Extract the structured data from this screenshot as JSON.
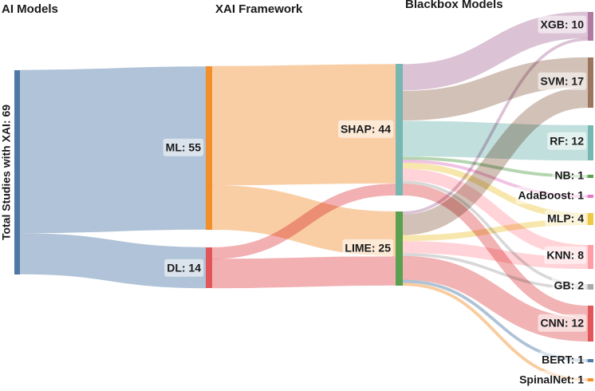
{
  "titles": {
    "col1": "AI Models",
    "col2": "XAI Framework",
    "col3": "Blackbox Models"
  },
  "nodes": {
    "total": {
      "label": "Total Studies with XAI: 69",
      "color": "#4e79a7"
    },
    "ml": {
      "label": "ML: 55",
      "color": "#f28e2b"
    },
    "dl": {
      "label": "DL: 14",
      "color": "#e15759"
    },
    "shap": {
      "label": "SHAP: 44",
      "color": "#76b7b2"
    },
    "lime": {
      "label": "LIME: 25",
      "color": "#59a14f"
    },
    "xgb": {
      "label": "XGB: 10",
      "color": "#b07aa1"
    },
    "svm": {
      "label": "SVM: 17",
      "color": "#9c755f"
    },
    "rf": {
      "label": "RF: 12",
      "color": "#76b7b2"
    },
    "nb": {
      "label": "NB: 1",
      "color": "#59a14f"
    },
    "ada": {
      "label": "AdaBoost: 1",
      "color": "#e377c2"
    },
    "mlp": {
      "label": "MLP: 4",
      "color": "#edc948"
    },
    "knn": {
      "label": "KNN: 8",
      "color": "#ff9da7"
    },
    "gb": {
      "label": "GB: 2",
      "color": "#a9a9a9"
    },
    "cnn": {
      "label": "CNN: 12",
      "color": "#e15759"
    },
    "bert": {
      "label": "BERT: 1",
      "color": "#4e79a7"
    },
    "spinal": {
      "label": "SpinalNet: 1",
      "color": "#f28e2b"
    }
  },
  "chart_data": {
    "type": "sankey",
    "columns": [
      "AI Models",
      "XAI Framework",
      "Blackbox Models"
    ],
    "flows": [
      {
        "source": "Total Studies with XAI: 69",
        "target": "ML: 55",
        "value": 55
      },
      {
        "source": "Total Studies with XAI: 69",
        "target": "DL: 14",
        "value": 14
      },
      {
        "source": "ML: 55",
        "target": "SHAP: 44",
        "value": 40
      },
      {
        "source": "ML: 55",
        "target": "LIME: 25",
        "value": 15
      },
      {
        "source": "DL: 14",
        "target": "SHAP: 44",
        "value": 4
      },
      {
        "source": "DL: 14",
        "target": "LIME: 25",
        "value": 10
      },
      {
        "source": "SHAP: 44",
        "target": "XGB: 10",
        "value": 9
      },
      {
        "source": "SHAP: 44",
        "target": "SVM: 17",
        "value": 10
      },
      {
        "source": "SHAP: 44",
        "target": "RF: 12",
        "value": 12
      },
      {
        "source": "SHAP: 44",
        "target": "NB: 1",
        "value": 1
      },
      {
        "source": "SHAP: 44",
        "target": "AdaBoost: 1",
        "value": 1
      },
      {
        "source": "SHAP: 44",
        "target": "MLP: 4",
        "value": 2
      },
      {
        "source": "SHAP: 44",
        "target": "KNN: 8",
        "value": 4
      },
      {
        "source": "SHAP: 44",
        "target": "GB: 2",
        "value": 1
      },
      {
        "source": "SHAP: 44",
        "target": "CNN: 12",
        "value": 4
      },
      {
        "source": "LIME: 25",
        "target": "XGB: 10",
        "value": 1
      },
      {
        "source": "LIME: 25",
        "target": "SVM: 17",
        "value": 7
      },
      {
        "source": "LIME: 25",
        "target": "MLP: 4",
        "value": 2
      },
      {
        "source": "LIME: 25",
        "target": "KNN: 8",
        "value": 4
      },
      {
        "source": "LIME: 25",
        "target": "GB: 2",
        "value": 1
      },
      {
        "source": "LIME: 25",
        "target": "CNN: 12",
        "value": 8
      },
      {
        "source": "LIME: 25",
        "target": "BERT: 1",
        "value": 1
      },
      {
        "source": "LIME: 25",
        "target": "SpinalNet: 1",
        "value": 1
      }
    ]
  }
}
